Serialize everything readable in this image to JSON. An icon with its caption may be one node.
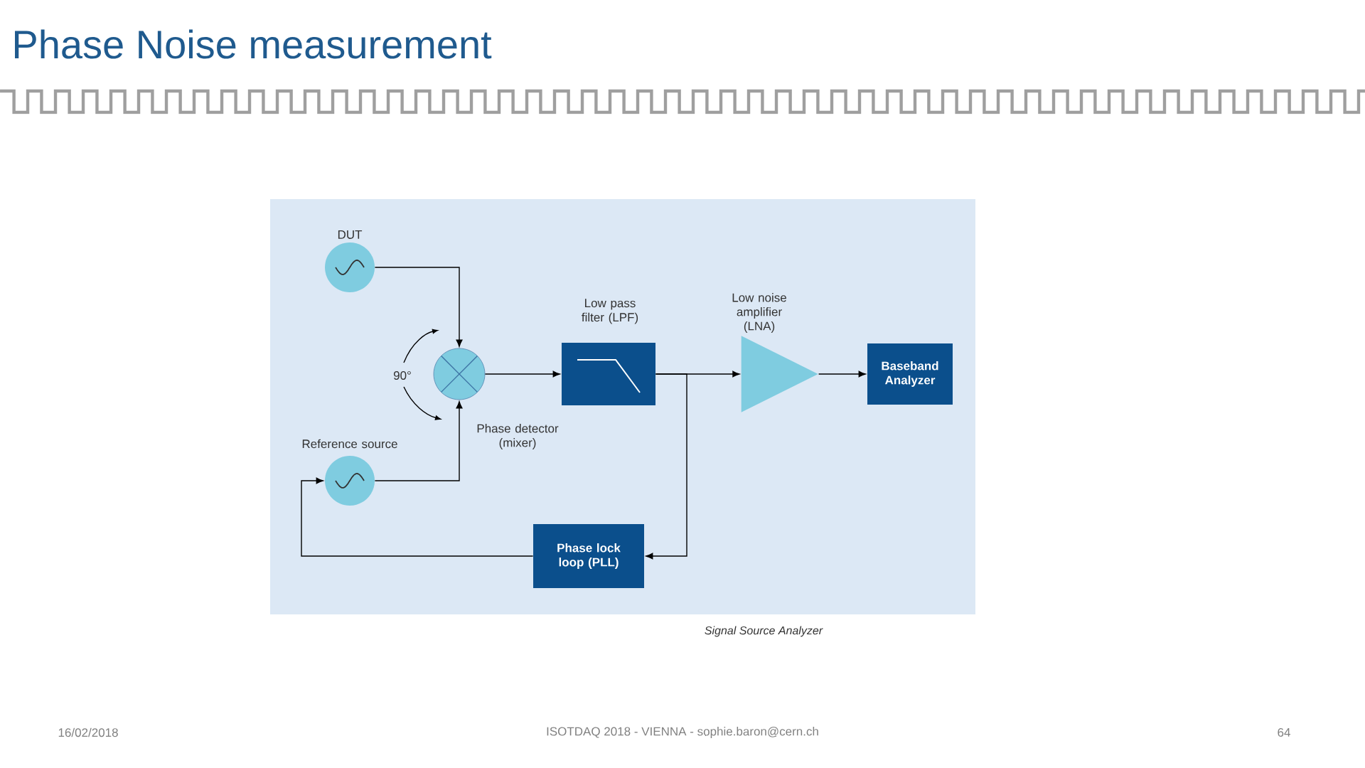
{
  "diagram": {
    "title": "Phase Noise measurement",
    "caption": "Signal Source Analyzer",
    "nodes": [
      {
        "text": [
          "DUT"
        ]
      },
      {
        "text": [
          "Reference source"
        ]
      },
      {
        "text": [
          "Phase detector (mixer)"
        ]
      },
      {
        "text": [
          "Low pass filter (LPF)"
        ]
      },
      {
        "text": [
          "Low noise amplifier (LNA)"
        ]
      },
      {
        "text": [
          "Baseband Analyzer"
        ]
      },
      {
        "text": [
          "Phase lock loop (PLL)"
        ]
      }
    ],
    "edges": [
      {
        "from": 0,
        "to": 2,
        "arrow": "to"
      },
      {
        "from": 1,
        "to": 2,
        "arrow": "to"
      },
      {
        "from": 2,
        "to": 3,
        "arrow": "to"
      },
      {
        "from": 3,
        "to": 4,
        "arrow": "to"
      },
      {
        "from": 4,
        "to": 5,
        "arrow": "to"
      },
      {
        "from": 3,
        "to": 6,
        "arrow": "to"
      },
      {
        "from": 6,
        "to": 1,
        "arrow": "to"
      }
    ],
    "labels": [
      "90°",
      "16/02/2018",
      "ISOTDAQ 2018 - VIENNA - sophie.baron@cern.ch",
      "64"
    ]
  }
}
